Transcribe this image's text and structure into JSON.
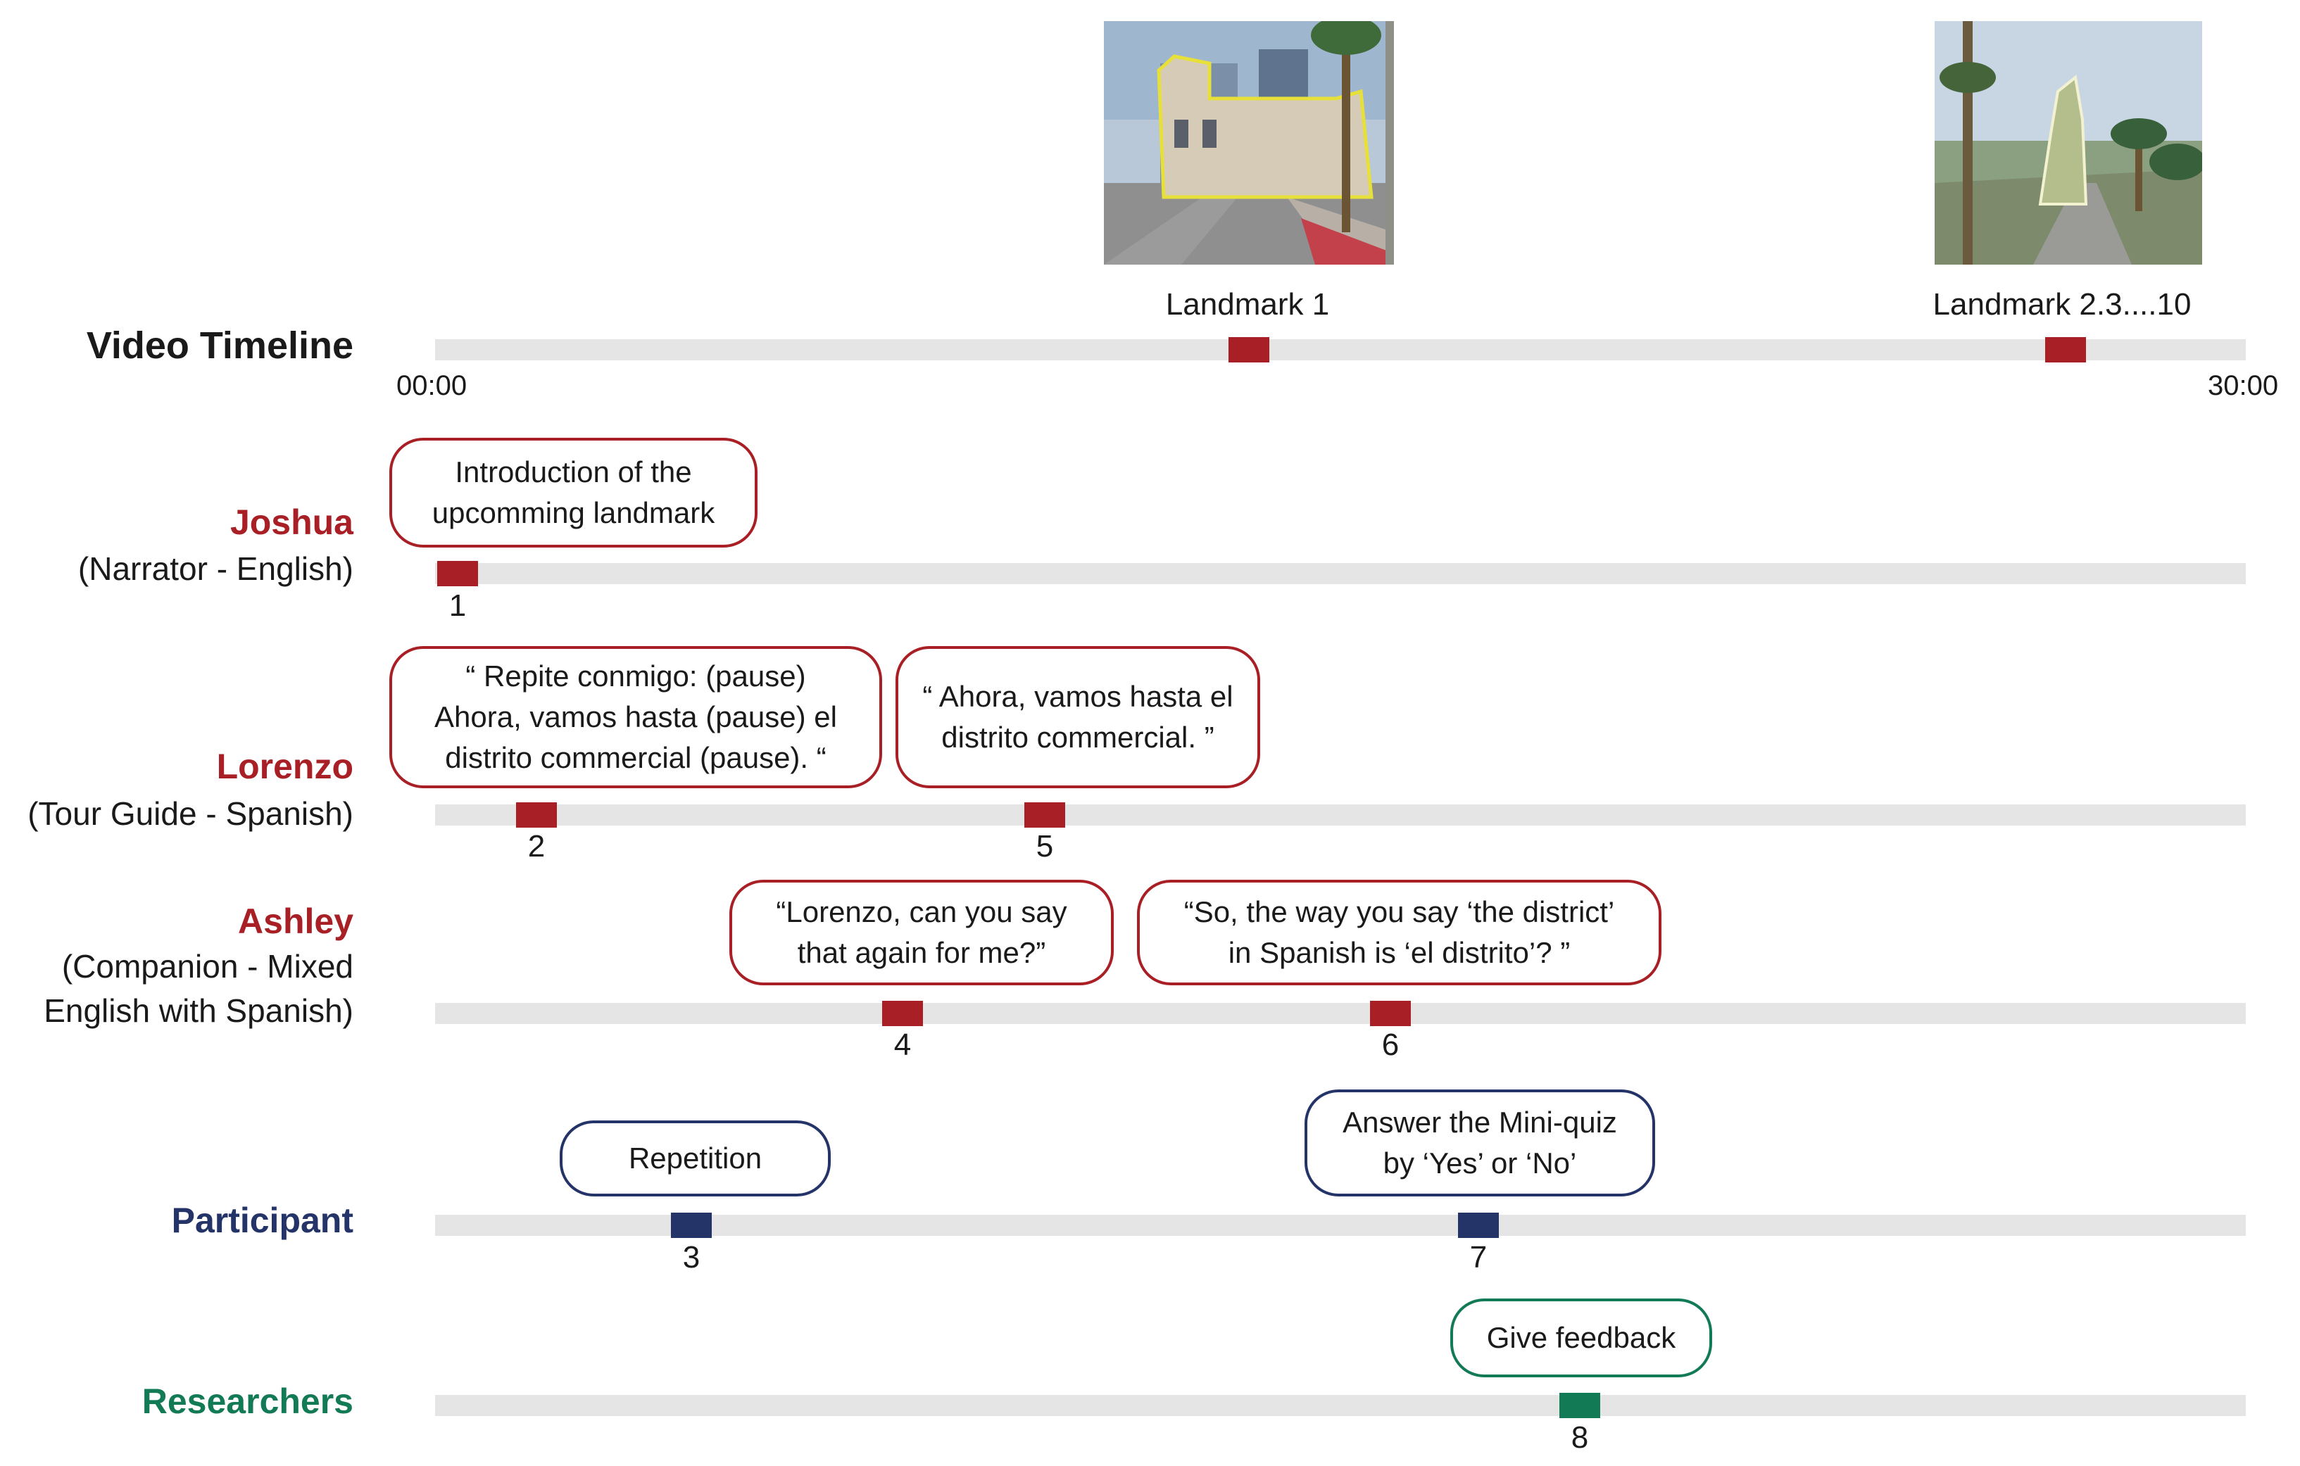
{
  "video_timeline": {
    "title": "Video Timeline",
    "start_time": "00:00",
    "end_time": "30:00",
    "landmarks": [
      {
        "label": "Landmark 1"
      },
      {
        "label": "Landmark 2.3....10"
      }
    ]
  },
  "lanes": [
    {
      "name": "Joshua",
      "role": "(Narrator - English)",
      "color": "#a81f25",
      "events": [
        {
          "number": "1",
          "text": "Introduction of  the\nupcomming landmark"
        }
      ]
    },
    {
      "name": "Lorenzo",
      "role": "(Tour Guide - Spanish)",
      "color": "#a81f25",
      "events": [
        {
          "number": "2",
          "text": "“ Repite conmigo: (pause)\nAhora, vamos hasta (pause) el\ndistrito commercial (pause). “"
        },
        {
          "number": "5",
          "text": "“ Ahora, vamos hasta el\ndistrito commercial. ”"
        }
      ]
    },
    {
      "name": "Ashley",
      "role": "(Companion - Mixed\nEnglish with Spanish)",
      "color": "#a81f25",
      "events": [
        {
          "number": "4",
          "text": "“Lorenzo, can you say\nthat again for me?”"
        },
        {
          "number": "6",
          "text": "“So, the way you say ‘the district’\nin Spanish is ‘el distrito’? ”"
        }
      ]
    },
    {
      "name": "Participant",
      "role": "",
      "color": "#243368",
      "events": [
        {
          "number": "3",
          "text": "Repetition"
        },
        {
          "number": "7",
          "text": "Answer the Mini-quiz\nby ‘Yes’ or ‘No’"
        }
      ]
    },
    {
      "name": "Researchers",
      "role": "",
      "color": "#127a55",
      "events": [
        {
          "number": "8",
          "text": "Give feedback"
        }
      ]
    }
  ]
}
